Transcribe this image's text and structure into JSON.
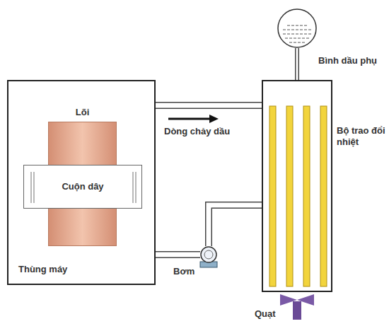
{
  "diagram": {
    "nodes": [
      {
        "text": [
          "Thùng máy"
        ]
      },
      {
        "text": [
          "Lõi"
        ],
        "in": 0
      },
      {
        "text": [
          "Cuộn dây"
        ],
        "in": 0
      },
      {
        "text": [
          "Bộ trao đổi nhiệt"
        ]
      },
      {
        "text": [
          "Bình dầu phụ"
        ]
      },
      {
        "text": [
          "Bơm"
        ]
      },
      {
        "text": [
          "Quạt"
        ]
      }
    ],
    "edges": [
      {
        "from": 0,
        "to": 3,
        "arrow": "none"
      },
      {
        "from": 0,
        "to": 5,
        "arrow": "none"
      },
      {
        "from": 5,
        "to": 3,
        "arrow": "none"
      },
      {
        "from": 4,
        "to": 3,
        "arrow": "none"
      }
    ],
    "labels": [
      "Dòng chảy dầu"
    ]
  }
}
